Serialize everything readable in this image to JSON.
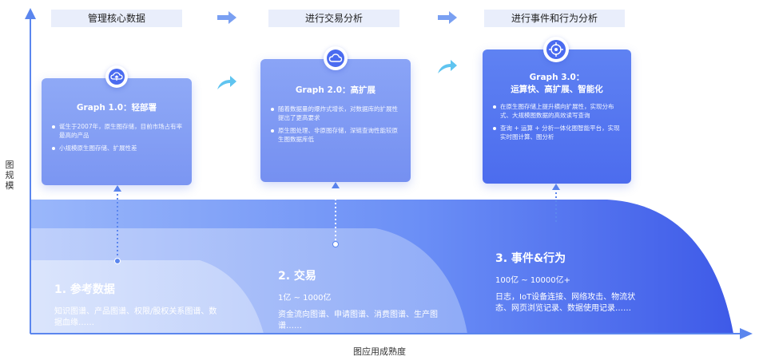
{
  "axes": {
    "y_label": "图规模",
    "x_label": "图应用成熟度"
  },
  "stages": [
    {
      "title": "管理核心数据"
    },
    {
      "title": "进行交易分析"
    },
    {
      "title": "进行事件和行为分析"
    }
  ],
  "cards": [
    {
      "icon": "cloud-upload-icon",
      "title": "Graph 1.0：轻部署",
      "bullets": [
        "诞生于2007年，原生图存储，目前市场占有率最高的产品",
        "小规模原生图存储、扩展性差"
      ]
    },
    {
      "icon": "cloud-icon",
      "title": "Graph 2.0：高扩展",
      "bullets": [
        "随着数据量的爆炸式增长，对数据库的扩展性提出了更高要求",
        "原生图处理、非原图存储，深链查询性能较原生图数据库低"
      ]
    },
    {
      "icon": "target-icon",
      "title_line1": "Graph 3.0：",
      "title_line2": "运算快、高扩展、智能化",
      "bullets": [
        "在原生图存储上提升横向扩展性，实现分布式、大规模图数据的高效读写查询",
        "查询 + 运算 + 分析一体化图智能平台，实现实时图计算、图分析"
      ]
    }
  ],
  "zones": [
    {
      "title": "1. 参考数据",
      "text": "知识图谱、产品图谱、权限/股权关系图谱、数据血缘……"
    },
    {
      "title": "2. 交易",
      "range": "1亿 ~ 1000亿",
      "text": "资金流向图谱、申请图谱、消费图谱、生产图谱……"
    },
    {
      "title": "3. 事件&行为",
      "range": "100亿 ~ 10000亿+",
      "text": "日志，IoT设备连接、网络攻击、物流状态、网页浏览记录、数据使用记录……"
    }
  ],
  "colors": {
    "zone1": "#cfdcfb",
    "zone2": "#9fb8f8",
    "zone3": "#4f6ff0",
    "accent": "#5b86ee",
    "axis": "#5b86ee"
  }
}
